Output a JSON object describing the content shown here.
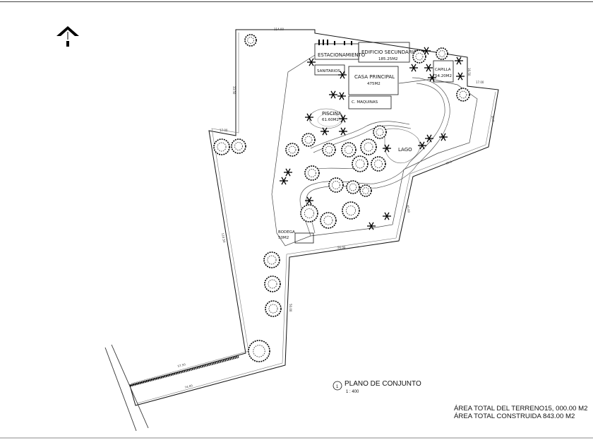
{
  "buildings": {
    "estacionamiento": "ESTACIONAMIENTO",
    "edificio_secundario": "EDIFICIO SECUNDARIO",
    "edificio_secundario_area": "185.25M2",
    "sanitarios": "SANITARIOS",
    "casa_principal": "CASA PRINCIPAL",
    "casa_principal_area": "475M2",
    "capilla": "CAPILLA",
    "capilla_area": "54.20M2",
    "cuarto_maquinas": "C. MAQUINAS",
    "piscina": "PISCINA",
    "piscina_area": "61.60M2",
    "lago": "LAGO",
    "bodega": "BODEGA",
    "bodega_area": "50M2"
  },
  "dimensions": {
    "top": "114.00",
    "left_upper": "33.50",
    "left_step": "17.00",
    "left_long": "110.50",
    "right_top": "17.00",
    "right_short": "16.50",
    "right_diag": "30.2",
    "right_mid": "35.5",
    "right_low": "30.00",
    "bottom_step": "56.00",
    "inner_vertical": "50.00",
    "bottom_inner": "57.50",
    "bottom_outer": "74.00"
  },
  "drawing": {
    "number": "1",
    "title": "PLANO DE CONJUNTO",
    "scale": "1 : 400"
  },
  "totals": {
    "terreno": "ÁREA TOTAL DEL TERRENO15, 000.00 M2",
    "construida": "ÁREA TOTAL CONSTRUIDA 843.00 M2"
  }
}
